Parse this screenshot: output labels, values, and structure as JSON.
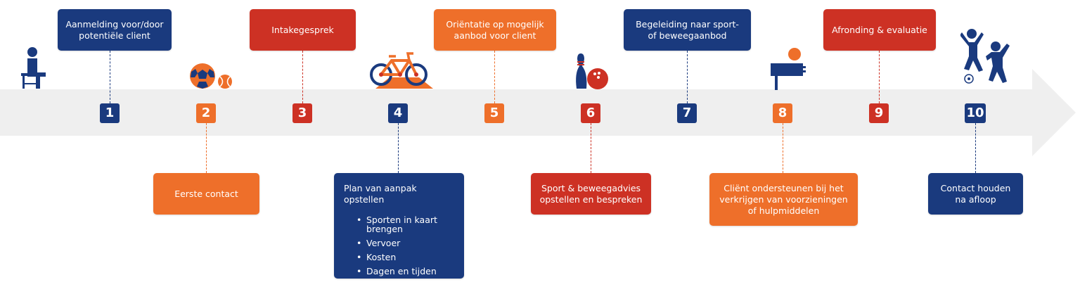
{
  "colors": {
    "navy": "#1a3a7e",
    "red": "#cd3124",
    "orange": "#ee6f2a",
    "band": "#efefef"
  },
  "steps": [
    {
      "number": "1",
      "label": "Aanmelding voor/door\npotentiële client",
      "color": "navy",
      "icon": "person-sitting-on-stool-icon"
    },
    {
      "number": "2",
      "label": "Eerste contact",
      "color": "orange",
      "icon": "balls-icon"
    },
    {
      "number": "3",
      "label": "Intakegesprek",
      "color": "red",
      "icon": ""
    },
    {
      "number": "4",
      "label": "Plan van aanpak opstellen",
      "color": "navy",
      "icon": "bicycle-icon",
      "bullets": [
        "Sporten in kaart\nbrengen",
        "Vervoer",
        "Kosten",
        "Dagen en tijden"
      ]
    },
    {
      "number": "5",
      "label": "Oriëntatie op mogelijk\naanbod voor client",
      "color": "orange",
      "icon": ""
    },
    {
      "number": "6",
      "label": "Sport & beweegadvies\nopstellen en bespreken",
      "color": "red",
      "icon": "bowling-icon"
    },
    {
      "number": "7",
      "label": "Begeleiding naar sport-\nof beweegaanbod",
      "color": "navy",
      "icon": ""
    },
    {
      "number": "8",
      "label": "Cliënt ondersteunen bij het\nverkrijgen van voorzieningen\nof hulpmiddelen",
      "color": "orange",
      "icon": "person-at-desk-icon"
    },
    {
      "number": "9",
      "label": "Afronding & evaluatie",
      "color": "red",
      "icon": ""
    },
    {
      "number": "10",
      "label": "Contact houden\nna afloop",
      "color": "navy",
      "icon": "people-playing-football-icon"
    }
  ]
}
